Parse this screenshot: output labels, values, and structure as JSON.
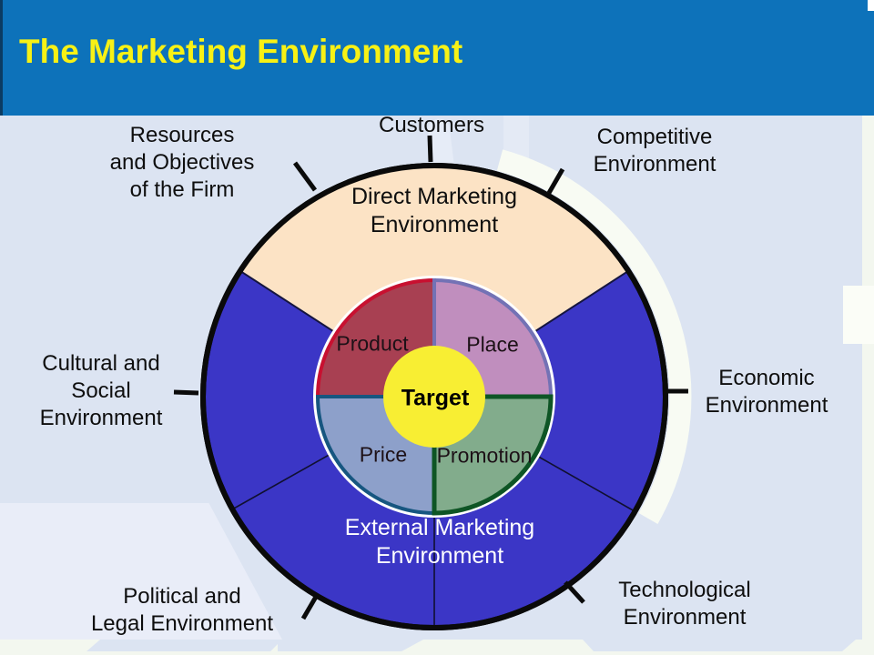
{
  "slide": {
    "title": "The Marketing Environment"
  },
  "colors": {
    "header_bg": "#0d72ba",
    "header_edge": "#0b3c63",
    "title_text": "#f7f115",
    "bg_base": "#f3f7ef",
    "bg_panel": "#dce4f2",
    "bg_pale": "#e9edf8",
    "bg_band": "#e6ebf5",
    "bg_white_band": "#fbfdf7",
    "deco_arc": "#f8fbf3",
    "outer_ring": "#3b36c6",
    "ring_outline": "#0a0a0a",
    "wedge_fill": "#fce3c5",
    "inner_gap": "#ffffff",
    "product_fill": "#a84052",
    "product_border": "#c81030",
    "place_fill": "#c08ebe",
    "place_border": "#7372b5",
    "price_fill": "#8da0ca",
    "price_border": "#175680",
    "promotion_fill": "#82ac8c",
    "promotion_border": "#0e5525",
    "target_fill": "#f8ee33",
    "divider_line": "#101030",
    "tick_color": "#0b0b0b",
    "label_text": "#0e0e0e",
    "external_text": "#ffffff"
  },
  "diagram": {
    "center": {
      "label": "Target"
    },
    "quadrants": [
      {
        "id": "product",
        "label": "Product"
      },
      {
        "id": "place",
        "label": "Place"
      },
      {
        "id": "price",
        "label": "Price"
      },
      {
        "id": "promotion",
        "label": "Promotion"
      }
    ],
    "rings": {
      "direct": {
        "lines": [
          "Direct Marketing",
          "Environment"
        ]
      },
      "external": {
        "lines": [
          "External Marketing",
          "Environment"
        ]
      }
    },
    "outer_labels": [
      {
        "id": "resources",
        "lines": [
          "Resources",
          "and Objectives",
          "of the Firm"
        ]
      },
      {
        "id": "customers",
        "lines": [
          "Customers"
        ]
      },
      {
        "id": "competitive",
        "lines": [
          "Competitive",
          "Environment"
        ]
      },
      {
        "id": "cultural",
        "lines": [
          "Cultural and",
          "Social",
          "Environment"
        ]
      },
      {
        "id": "economic",
        "lines": [
          "Economic",
          "Environment"
        ]
      },
      {
        "id": "political",
        "lines": [
          "Political and",
          "Legal Environment"
        ]
      },
      {
        "id": "technological",
        "lines": [
          "Technological",
          "Environment"
        ]
      }
    ]
  }
}
